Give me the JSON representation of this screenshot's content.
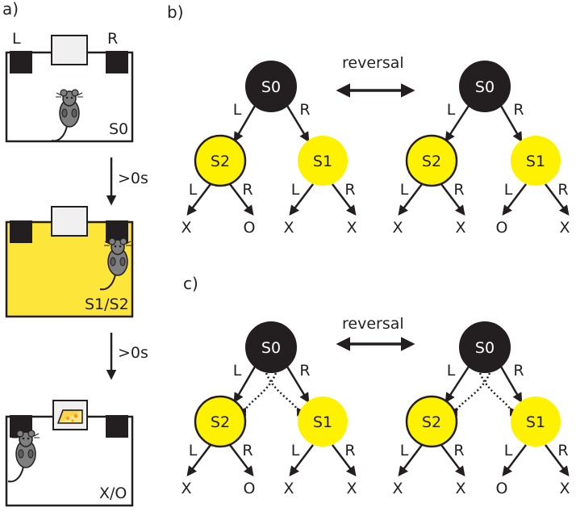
{
  "panels": {
    "a": "a)",
    "b": "b)",
    "c": "c)"
  },
  "panel_a": {
    "box1": {
      "left_label": "L",
      "right_label": "R",
      "state": "S0"
    },
    "delay1": ">0s",
    "box2": {
      "state": "S1/S2"
    },
    "delay2": ">0s",
    "box3": {
      "state": "X/O"
    }
  },
  "reversal": "reversal",
  "trees": {
    "b_left": {
      "root": "S0",
      "left": "S2",
      "right": "S1",
      "edge_l": "L",
      "edge_r": "R",
      "outcomes": [
        "X",
        "O",
        "X",
        "X"
      ]
    },
    "b_right": {
      "root": "S0",
      "left": "S2",
      "right": "S1",
      "edge_l": "L",
      "edge_r": "R",
      "outcomes": [
        "X",
        "X",
        "O",
        "X"
      ]
    },
    "c_left": {
      "root": "S0",
      "left": "S2",
      "right": "S1",
      "edge_l": "L",
      "edge_r": "R",
      "outcomes": [
        "X",
        "O",
        "X",
        "X"
      ]
    },
    "c_right": {
      "root": "S0",
      "left": "S2",
      "right": "S1",
      "edge_l": "L",
      "edge_r": "R",
      "outcomes": [
        "X",
        "X",
        "O",
        "X"
      ]
    }
  },
  "colors": {
    "root": "#231f20",
    "child": "#fff200",
    "stroke": "#231f20",
    "box_fill_lit": "#fde539",
    "lever": "#231f20",
    "dispenser": "#f0f0f0",
    "cheese": "#fde68a",
    "mouse": "#7f7f7f"
  }
}
